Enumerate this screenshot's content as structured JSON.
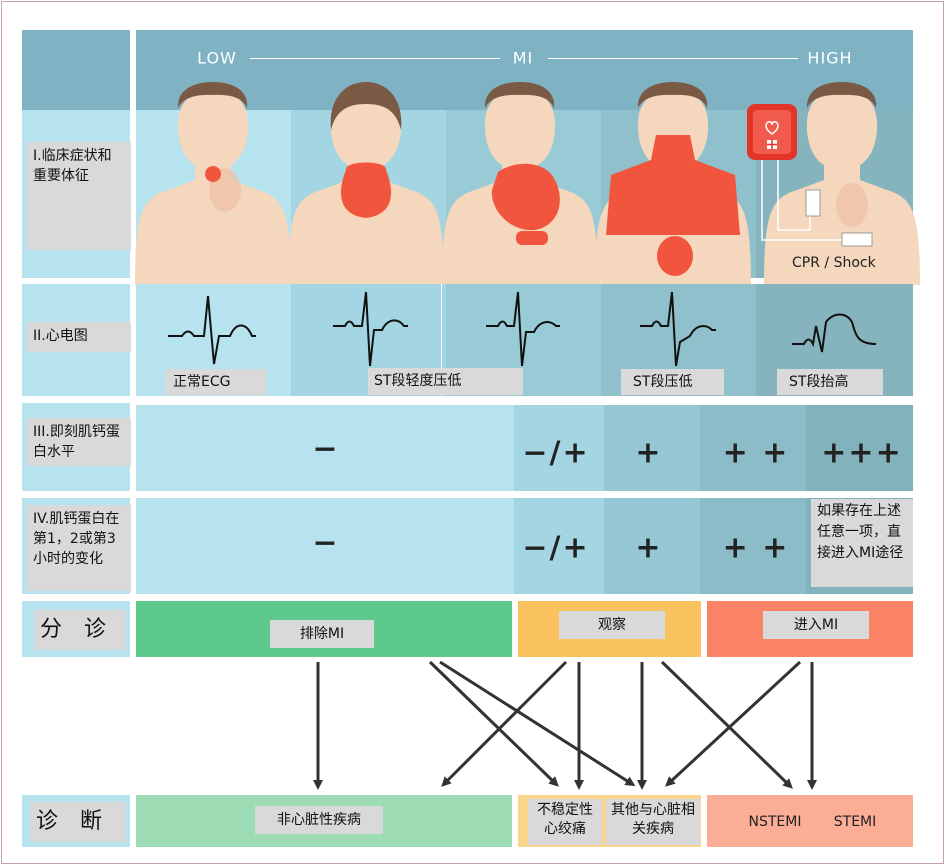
{
  "scale": {
    "low": "LOW",
    "mid": "MI",
    "high": "HIGH"
  },
  "cpr_label": "CPR / Shock",
  "rows": {
    "symptoms": "I.临床症状和重要体征",
    "ecg": "II.心电图",
    "troponin": "III.即刻肌钙蛋白水平",
    "troponin_change": "IV.肌钙蛋白在第1，2或第3小时的变化",
    "triage": "分　诊",
    "diagnosis": "诊　断"
  },
  "ecg_labels": {
    "normal": "正常ECG",
    "mild": "ST段轻度压低",
    "depression": "ST段压低",
    "elevation": "ST段抬高"
  },
  "troponin_levels": [
    "−",
    "−/+",
    "+",
    "+ +",
    "+++"
  ],
  "troponin_change_levels": [
    "−",
    "−/+",
    "+",
    "+ +"
  ],
  "troponin_change_note": "如果存在上述任意一项，直接进入MI途径",
  "triage": {
    "rule_out": "排除MI",
    "observe": "观察",
    "rule_in": "进入MI"
  },
  "diagnosis": {
    "non_cardiac": "非心脏性疾病",
    "unstable_angina": "不稳定性心绞痛",
    "other_cardiac": "其他与心脏相关疾病",
    "nstemi": "NSTEMI",
    "stemi": "STEMI"
  },
  "colors": {
    "rule_out": "#5ec98c",
    "observe": "#f9c25f",
    "rule_in": "#fa8366",
    "pain": "#f2553e",
    "header": "#7fb3c4"
  }
}
